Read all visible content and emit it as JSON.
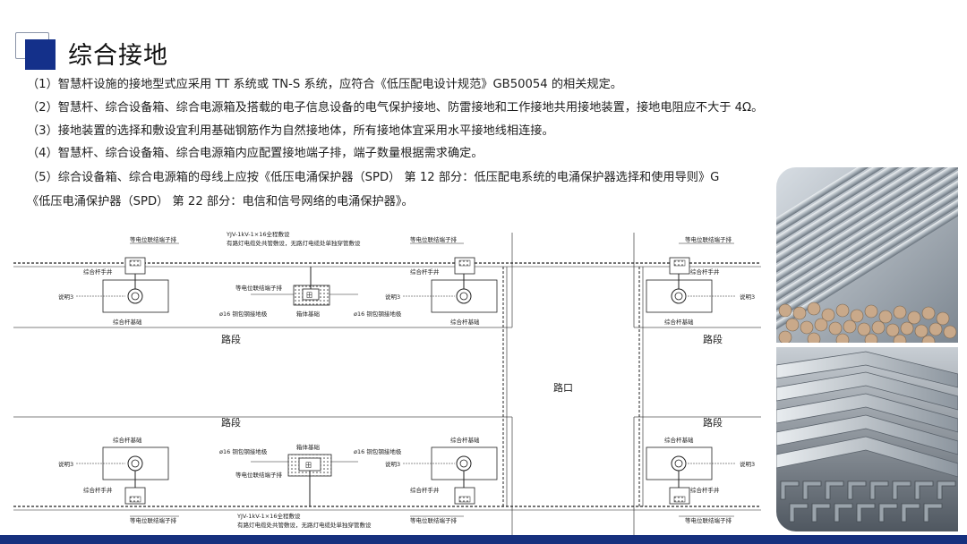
{
  "slide": {
    "title": "综合接地",
    "paragraphs": [
      "（1）智慧杆设施的接地型式应采用 TT 系统或 TN-S 系统，应符合《低压配电设计规范》GB50054 的相关规定。",
      "（2）智慧杆、综合设备箱、综合电源箱及搭载的电子信息设备的电气保护接地、防雷接地和工作接地共用接地装置，接地电阻应不大于 4Ω。",
      "（3）接地装置的选择和敷设宜利用基础钢筋作为自然接地体，所有接地体宜采用水平接地线相连接。",
      "（4）智慧杆、综合设备箱、综合电源箱内应配置接地端子排，端子数量根据需求确定。",
      "（5）综合设备箱、综合电源箱的母线上应按《低压电涌保护器（SPD） 第 12 部分：低压配电系统的电涌保护器选择和使用导则》G",
      "《低压电涌保护器（SPD） 第 22 部分：电信和信号网络的电涌保护器》。"
    ]
  },
  "diagram": {
    "road_segment": "路段",
    "intersection": "路口",
    "cable_top_line1": "YJV-1kV-1×16全程敷设",
    "cable_top_line2": "有路灯电缆处共管敷设，无路灯电缆处单独穿管敷设",
    "cable_bottom_line1": "YJV-1kV-1×16全程敷设",
    "cable_bottom_line2": "有路灯电缆处共管敷设，无路灯电缆处单独穿管敷设",
    "equipotential_terminal": "等电位联结端子排",
    "pole_handhole": "综合杆手井",
    "pole_foundation": "综合杆基础",
    "note3": "说明3",
    "cabinet_foundation": "箱体基础",
    "steel_ground_16": "ø16  铜包钢接地极",
    "cabinet_symbol": "田"
  },
  "colors": {
    "accent": "#14308a",
    "bottom_bar": "#16307e"
  }
}
